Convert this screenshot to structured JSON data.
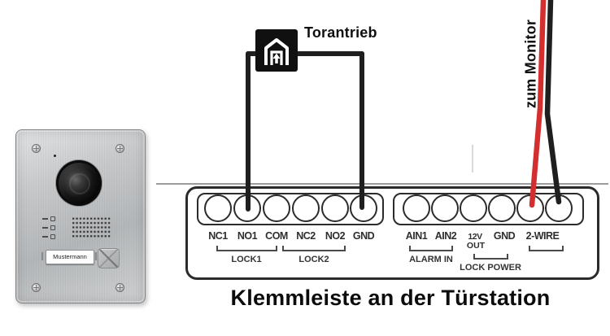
{
  "title": "Klemmleiste an der Türstation",
  "door_station": {
    "nameplate": "Mustermann"
  },
  "gate": {
    "label": "Torantrieb",
    "icon": "garage-door-up-icon"
  },
  "monitor": {
    "label": "zum Monitor",
    "wire_red": "#d32f2f",
    "wire_black": "#1f1f1f"
  },
  "terminals": {
    "left": [
      "NC1",
      "NO1",
      "COM",
      "NC2",
      "NO2",
      "GND"
    ],
    "right": [
      "AIN1",
      "AIN2",
      "12V",
      "GND",
      "2-WIRE"
    ],
    "right_sub": "OUT",
    "groups": {
      "lock1": "LOCK1",
      "lock2": "LOCK2",
      "alarm_in": "ALARM IN",
      "lock_power": "LOCK POWER"
    }
  },
  "colors": {
    "outline": "#2b2b2b",
    "baseline": "#9c9c9c",
    "wire_black": "#1f1f1f",
    "wire_red": "#d32f2f"
  }
}
